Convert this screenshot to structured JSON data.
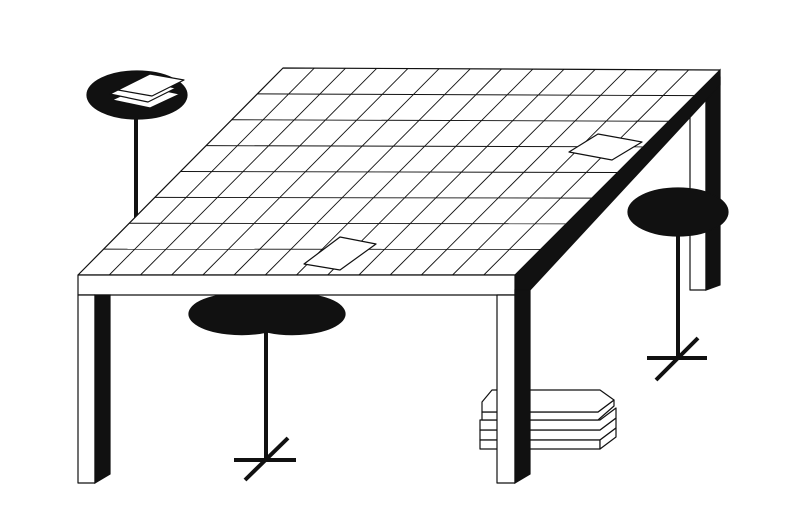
{
  "scene": {
    "subject": "table-with-stools",
    "colors": {
      "ink": "#111111",
      "paper": "#ffffff"
    },
    "grid": {
      "columns": 14,
      "rows": 8
    },
    "stool_count": 3,
    "book_count": 4
  }
}
